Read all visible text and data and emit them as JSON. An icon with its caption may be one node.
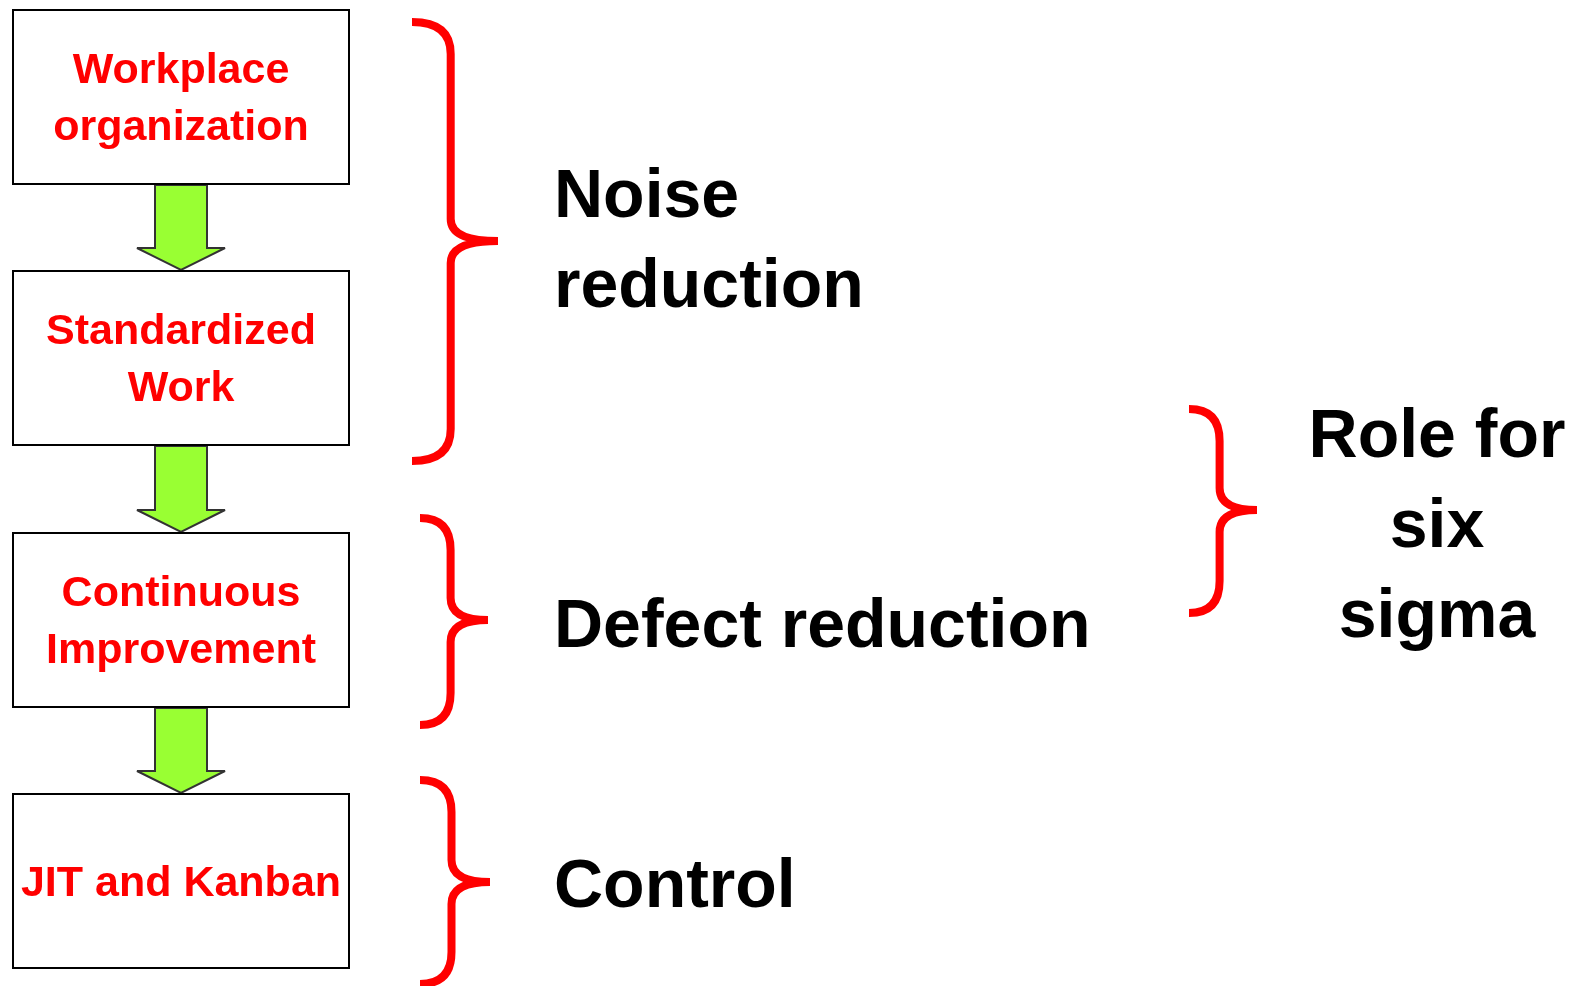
{
  "diagram": {
    "nodes": [
      {
        "text": [
          "Workplace organization"
        ]
      },
      {
        "text": [
          "Standardized Work"
        ]
      },
      {
        "text": [
          "Continuous Improvement"
        ]
      },
      {
        "text": [
          "JIT and Kanban"
        ]
      }
    ],
    "edges": [
      {
        "from": 0,
        "to": 1,
        "arrow": "to"
      },
      {
        "from": 1,
        "to": 2,
        "arrow": "to"
      },
      {
        "from": 2,
        "to": 3,
        "arrow": "to"
      }
    ],
    "labels": [
      "Noise reduction",
      "Defect reduction",
      "Control",
      "Role for six sigma"
    ]
  }
}
